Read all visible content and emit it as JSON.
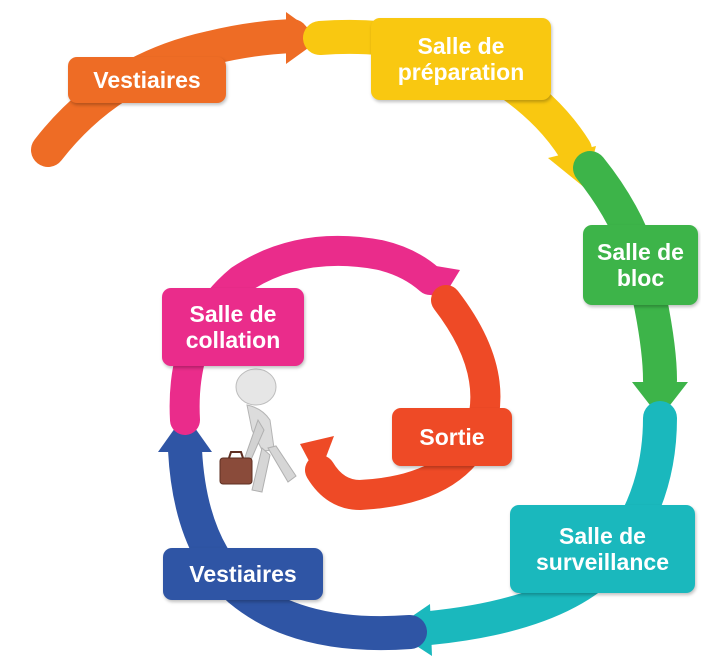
{
  "steps": {
    "vestiaires_start": {
      "label": "Vestiaires",
      "color": "#ee6c25"
    },
    "preparation": {
      "label_line1": "Salle de",
      "label_line2": "préparation",
      "color": "#f9c811"
    },
    "bloc": {
      "label_line1": "Salle de",
      "label_line2": "bloc",
      "color": "#3db449"
    },
    "surveillance": {
      "label_line1": "Salle de",
      "label_line2": "surveillance",
      "color": "#1ab8bd"
    },
    "vestiaires_end": {
      "label": "Vestiaires",
      "color": "#2f55a5"
    },
    "collation": {
      "label_line1": "Salle de",
      "label_line2": "collation",
      "color": "#ea2c8b"
    },
    "sortie": {
      "label": "Sortie",
      "color": "#ee4a26"
    }
  },
  "icons": {
    "person": "walking-person-with-briefcase-icon"
  }
}
